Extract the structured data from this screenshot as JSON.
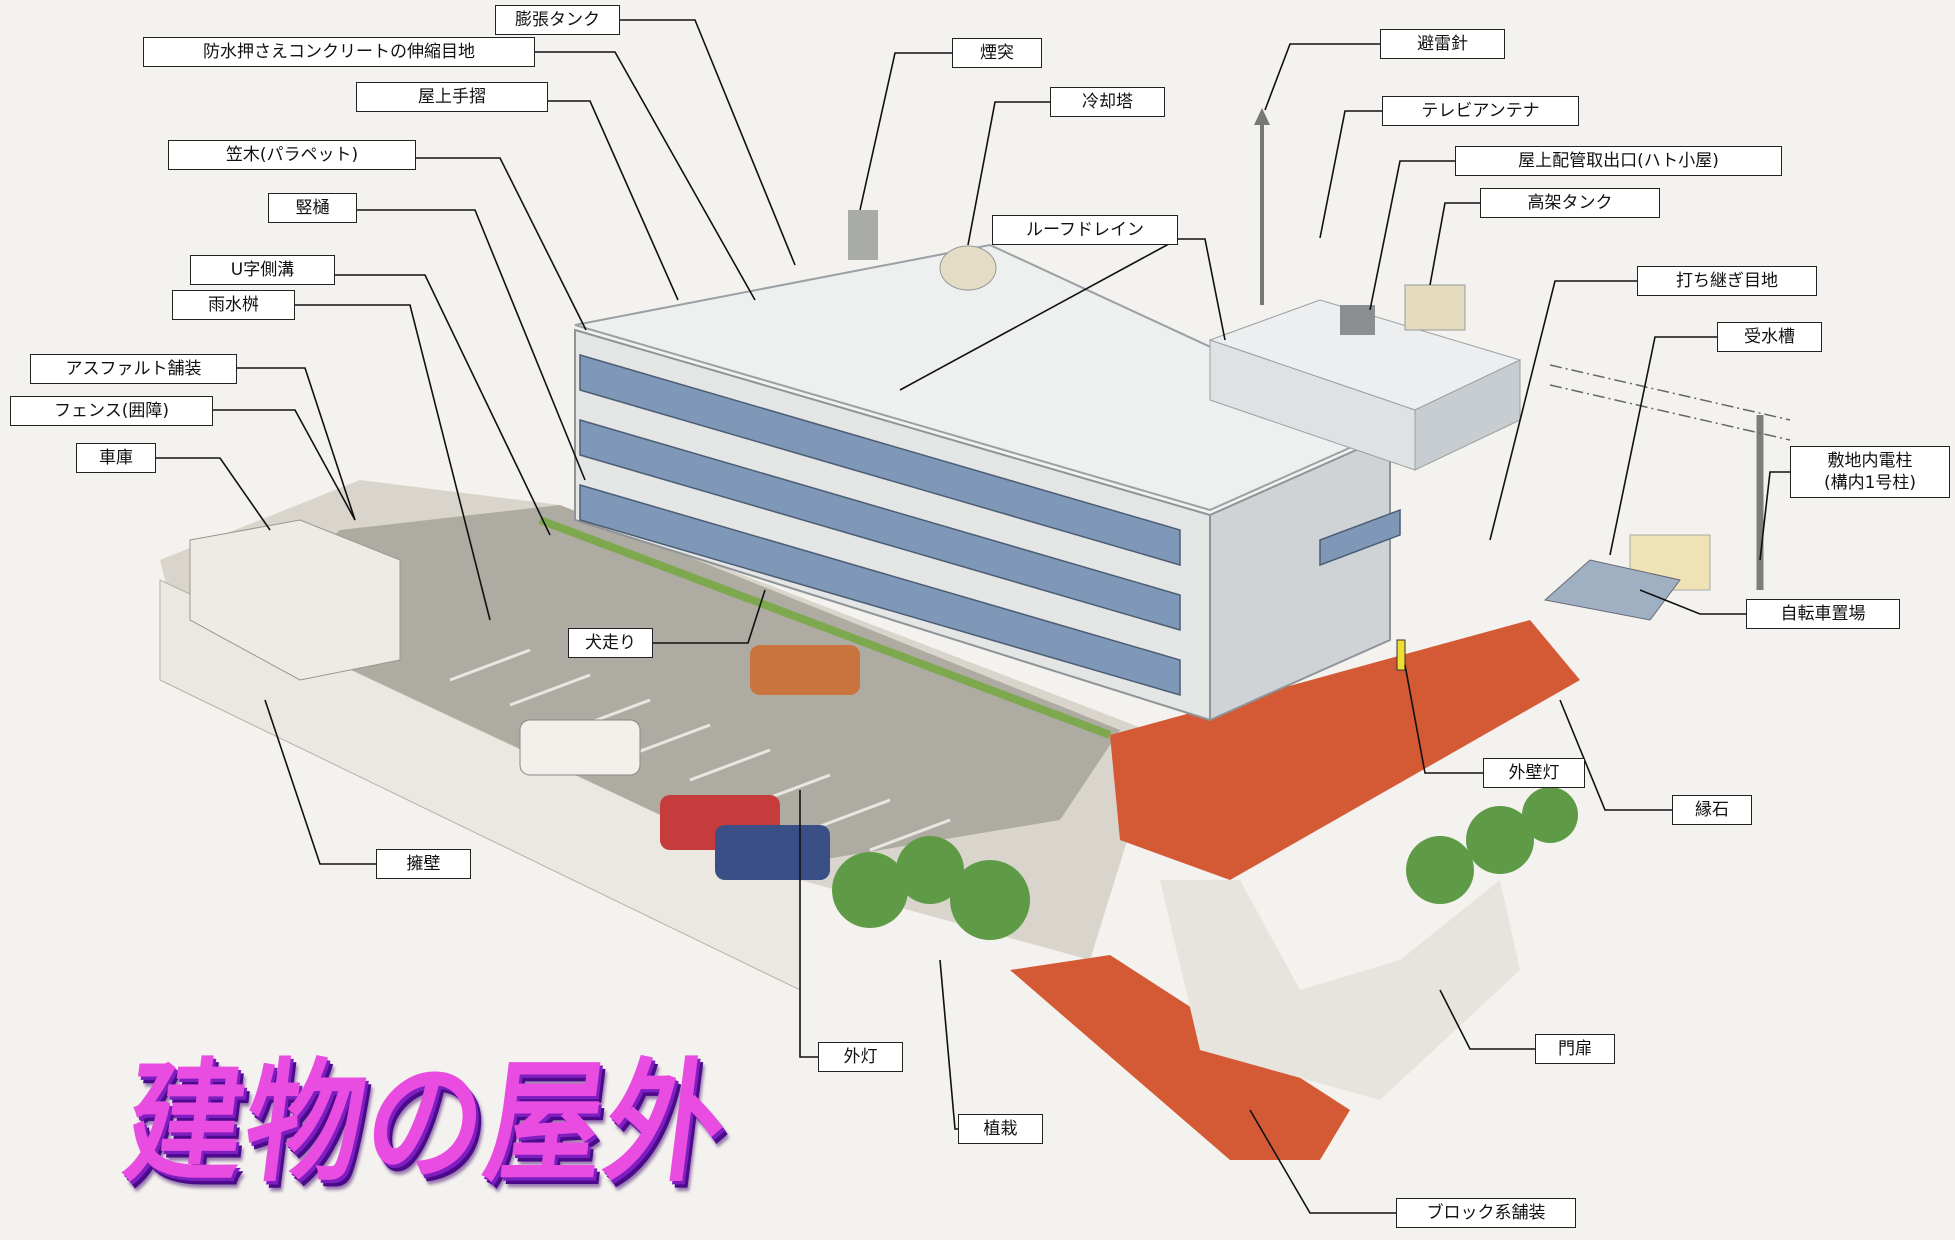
{
  "title": "建物の屋外",
  "labels": {
    "expansion_tank": "膨張タンク",
    "waterproof_joint": "防水押さえコンクリートの伸縮目地",
    "chimney": "煙突",
    "lightning_rod": "避雷針",
    "cooling_tower": "冷却塔",
    "roof_handrail": "屋上手摺",
    "tv_antenna": "テレビアンテナ",
    "coping": "笠木(パラペット)",
    "roof_pipe_outlet": "屋上配管取出口(ハト小屋)",
    "downpipe": "竪樋",
    "elevated_tank": "高架タンク",
    "roof_drain": "ルーフドレイン",
    "u_gutter": "U字側溝",
    "construction_joint": "打ち継ぎ目地",
    "rain_basin": "雨水桝",
    "water_tank": "受水槽",
    "asphalt": "アスファルト舗装",
    "fence": "フェンス(囲障)",
    "utility_pole_1": "敷地内電柱",
    "utility_pole_2": "(構内1号柱)",
    "garage": "車庫",
    "bicycle_parking": "自転車置場",
    "eaves_gutter": "犬走り",
    "wall_light": "外壁灯",
    "curb": "縁石",
    "retaining_wall": "擁壁",
    "gate": "門扉",
    "outdoor_light": "外灯",
    "planting": "植栽",
    "block_paving": "ブロック系舗装"
  }
}
